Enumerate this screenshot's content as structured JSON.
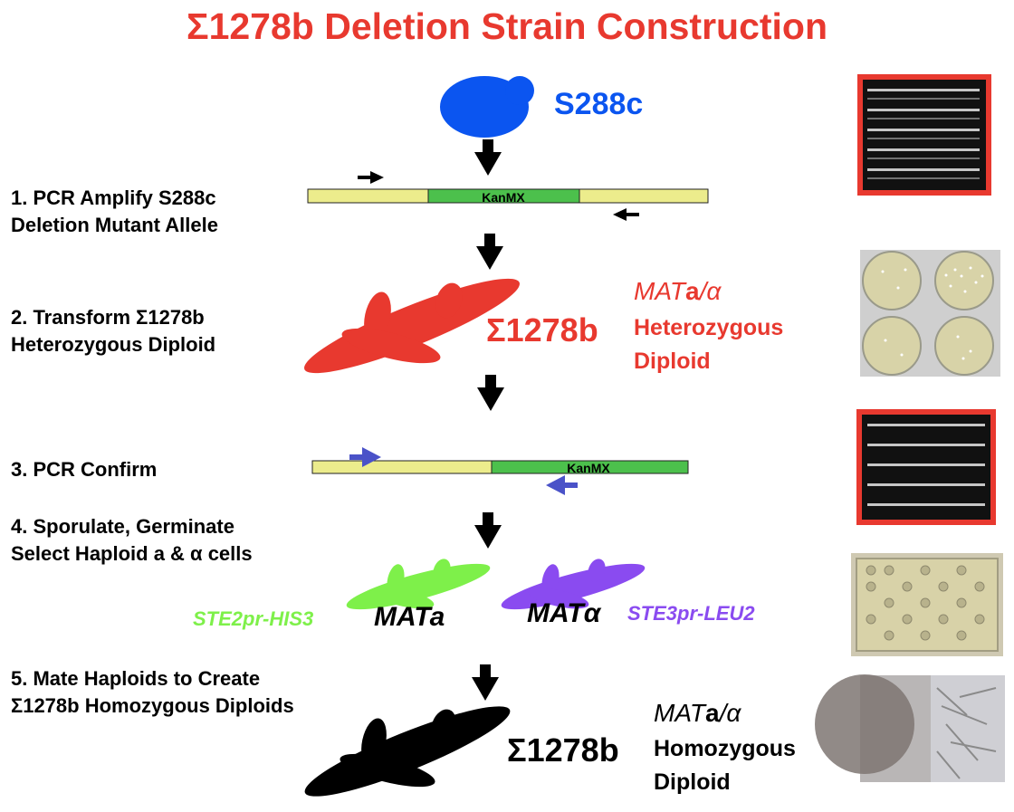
{
  "title": "Σ1278b Deletion Strain Construction",
  "steps": [
    {
      "line1": "1. PCR Amplify S288c",
      "line2": "Deletion Mutant Allele"
    },
    {
      "line1": "2. Transform Σ1278b",
      "line2": "Heterozygous Diploid"
    },
    {
      "line1": "3. PCR Confirm",
      "line2": ""
    },
    {
      "line1": "4. Sporulate, Germinate",
      "line2": "Select Haploid a & α cells"
    },
    {
      "line1": "5. Mate Haploids to Create",
      "line2": "Σ1278b Homozygous Diploids"
    }
  ],
  "labels": {
    "s288c": "S288c",
    "kanmx": "KanMX",
    "sigma_strain": "Σ1278b",
    "mat_a_alpha_prefix": "MAT",
    "mat_a_bold": "a",
    "mat_a_alpha_suffix": "/α",
    "heterozygous": "Heterozygous",
    "diploid": "Diploid",
    "homozygous": "Homozygous",
    "mat_a": "MATa",
    "mat_alpha": "MATα",
    "ste2": "STE2pr-HIS3",
    "ste3": "STE3pr-LEU2"
  },
  "colors": {
    "title_red": "#e8392f",
    "s288c_blue": "#0b55f0",
    "yeast_red": "#e8392f",
    "haploid_green": "#7ef04a",
    "haploid_purple": "#8a4bf0",
    "primer_blue": "#4a52c8",
    "gene_yellow": "#ecec8c",
    "kanmx_green": "#4cc04c"
  }
}
